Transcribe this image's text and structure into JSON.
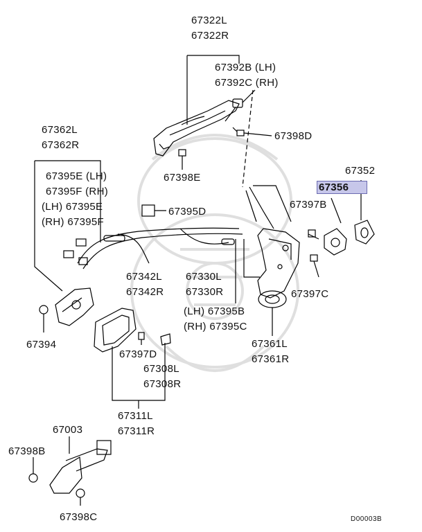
{
  "labels": {
    "p67322L": "67322L",
    "p67322R": "67322R",
    "p67392B": "67392B (LH)",
    "p67392C": "67392C (RH)",
    "p67398D": "67398D",
    "p67362L": "67362L",
    "p67362R": "67362R",
    "p67352": "67352",
    "p67356": "67356",
    "p67395E_lh": "67395E (LH)",
    "p67395F_rh": "67395F (RH)",
    "p_lh_67395E": "(LH) 67395E",
    "p_rh_67395F": "(RH) 67395F",
    "p67398E": "67398E",
    "p67397B": "67397B",
    "p67395D": "67395D",
    "p67342L": "67342L",
    "p67342R": "67342R",
    "p67330L": "67330L",
    "p67330R": "67330R",
    "p67397C": "67397C",
    "p67395B": "(LH) 67395B",
    "p67395C": "(RH) 67395C",
    "p67394": "67394",
    "p67397D": "67397D",
    "p67361L": "67361L",
    "p67361R": "67361R",
    "p67308L": "67308L",
    "p67308R": "67308R",
    "p67311L": "67311L",
    "p67311R": "67311R",
    "p67003": "67003",
    "p67398B": "67398B",
    "p67398C": "67398C",
    "code": "D00003B"
  },
  "colors": {
    "highlight": "#c7c7ea",
    "ink": "#111111"
  }
}
